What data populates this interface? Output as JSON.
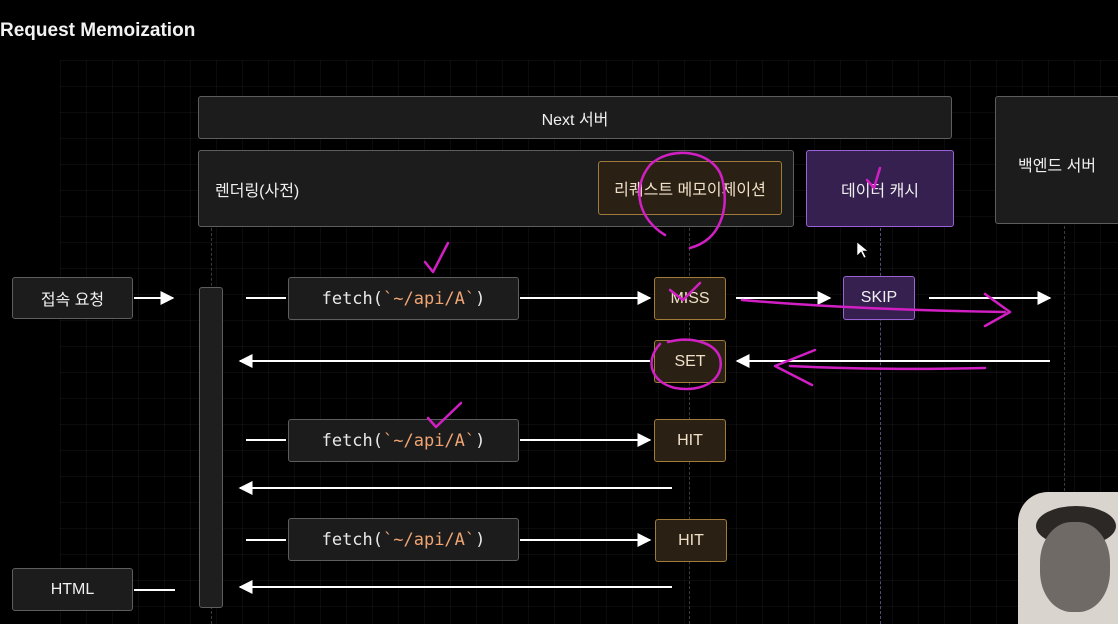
{
  "title": "Request Memoization",
  "lanes": {
    "next_server": "Next 서버",
    "rendering": "렌더링(사전)",
    "request_memo": "리퀘스트 메모이제이션",
    "data_cache": "데이터 캐시",
    "backend_server": "백엔드 서버"
  },
  "client": {
    "request": "접속 요청",
    "html": "HTML"
  },
  "fetches": {
    "f1": {
      "prefix": "fetch(",
      "arg": "`~/api/A`",
      "suffix": ")"
    },
    "f2": {
      "prefix": "fetch(",
      "arg": "`~/api/A`",
      "suffix": ")"
    },
    "f3": {
      "prefix": "fetch(",
      "arg": "`~/api/A`",
      "suffix": ")"
    }
  },
  "states": {
    "miss": "MISS",
    "set": "SET",
    "hit1": "HIT",
    "hit2": "HIT",
    "skip": "SKIP"
  },
  "colors": {
    "background": "#000000",
    "memo_border": "#a07b3a",
    "cache_border": "#9b62d6",
    "annotation": "#d21fc4",
    "string_literal": "#f0a472"
  }
}
